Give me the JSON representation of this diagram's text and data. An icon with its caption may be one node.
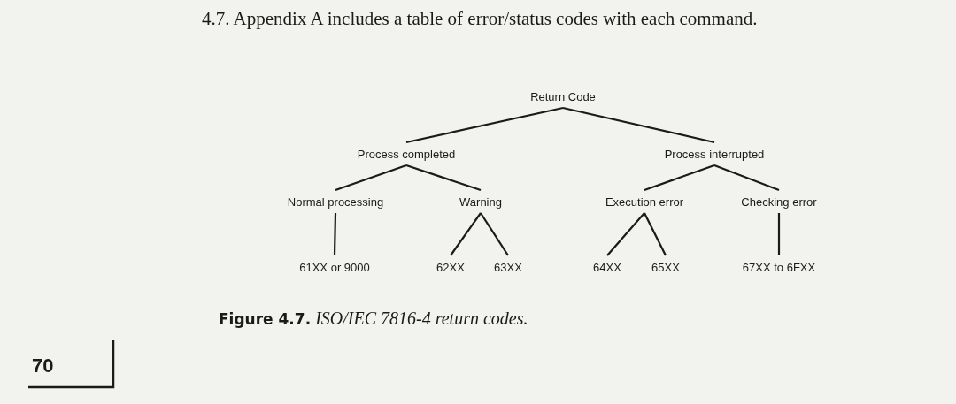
{
  "diagram": {
    "caption": "**Figure 4.7.** *ISO/IEC 7816-4 return codes.*",
    "nodes": [
      {
        "text": [
          "Return Code"
        ]
      },
      {
        "text": [
          "Process completed"
        ]
      },
      {
        "text": [
          "Process interrupted"
        ]
      },
      {
        "text": [
          "Normal processing"
        ]
      },
      {
        "text": [
          "Warning"
        ]
      },
      {
        "text": [
          "Execution error"
        ]
      },
      {
        "text": [
          "Checking error"
        ]
      },
      {
        "text": [
          "61XX or 9000"
        ]
      },
      {
        "text": [
          "62XX"
        ]
      },
      {
        "text": [
          "63XX"
        ]
      },
      {
        "text": [
          "64XX"
        ]
      },
      {
        "text": [
          "65XX"
        ]
      },
      {
        "text": [
          "67XX to 6FXX"
        ]
      }
    ],
    "edges": [
      {
        "from": 0,
        "to": 1,
        "arrow": "none"
      },
      {
        "from": 0,
        "to": 2,
        "arrow": "none"
      },
      {
        "from": 1,
        "to": 3,
        "arrow": "none"
      },
      {
        "from": 1,
        "to": 4,
        "arrow": "none"
      },
      {
        "from": 2,
        "to": 5,
        "arrow": "none"
      },
      {
        "from": 2,
        "to": 6,
        "arrow": "none"
      },
      {
        "from": 3,
        "to": 7,
        "arrow": "none"
      },
      {
        "from": 4,
        "to": 8,
        "arrow": "none"
      },
      {
        "from": 4,
        "to": 9,
        "arrow": "none"
      },
      {
        "from": 5,
        "to": 10,
        "arrow": "none"
      },
      {
        "from": 5,
        "to": 11,
        "arrow": "none"
      },
      {
        "from": 6,
        "to": 12,
        "arrow": "none"
      }
    ],
    "labels": [
      "4.7. Appendix A includes a table of error/status codes with each command.",
      "70"
    ]
  }
}
